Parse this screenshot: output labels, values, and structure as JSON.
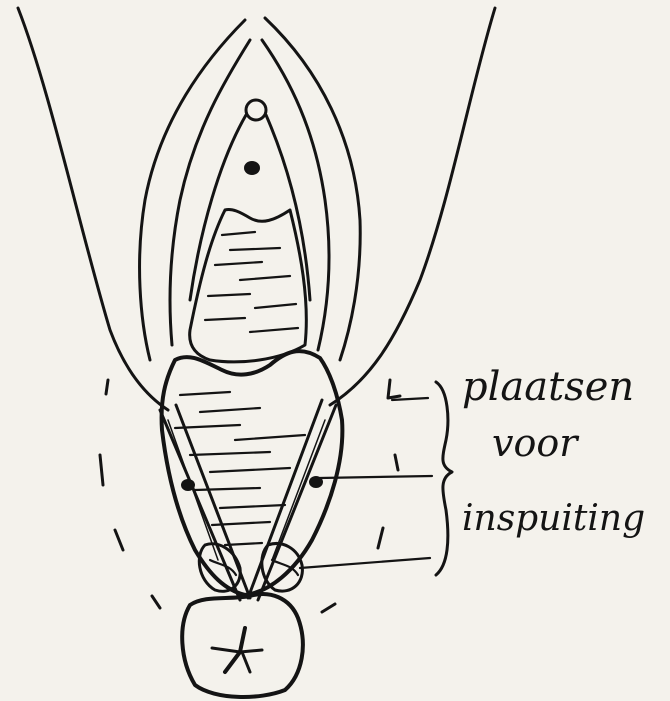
{
  "labels": {
    "line1": "plaatsen",
    "line2": "voor",
    "line3": "inspuiting"
  }
}
